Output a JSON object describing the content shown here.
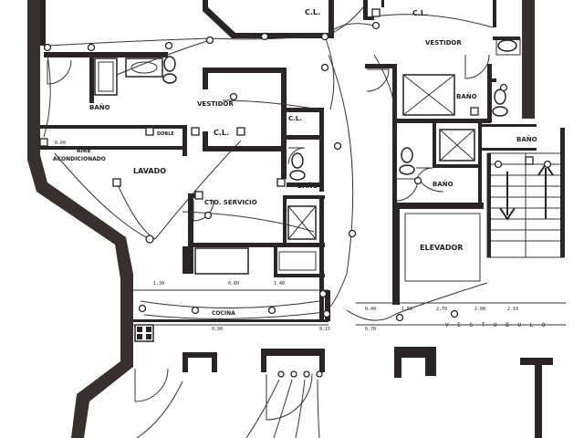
{
  "rooms": {
    "cl_top": "C.L.",
    "cl_top_right": "C.L.",
    "vestidor_right": "VESTIDOR",
    "bano_left": "BAÑO",
    "vestidor_center": "VESTIDOR",
    "cl_center": "C.L.",
    "cl_center2": "C.L.",
    "bano_right": "BAÑO",
    "bano_lower_right": "BAÑO",
    "bano_service": "BAÑO",
    "aire_line1": "AIRE",
    "aire_line2": "ACONDICIONADO",
    "lavado": "LAVADO",
    "cto_servicio": "CTO. SERVICIO",
    "elevador": "ELEVADOR",
    "cocina": "COCINA",
    "doble": "DOBLE"
  },
  "dimensions": {
    "d_090": "0.90",
    "d_015": "0.15",
    "d_070": "0.70",
    "d_270": "2.70",
    "d_200": "2.00",
    "d_210": "2.10",
    "d_060": "0.60",
    "d_130": "1.30",
    "d_080": "0.80",
    "d_140": "1.40",
    "d_040": "0.40",
    "d_150": "1.50",
    "stair_letters": "V E S T U B U L O"
  }
}
